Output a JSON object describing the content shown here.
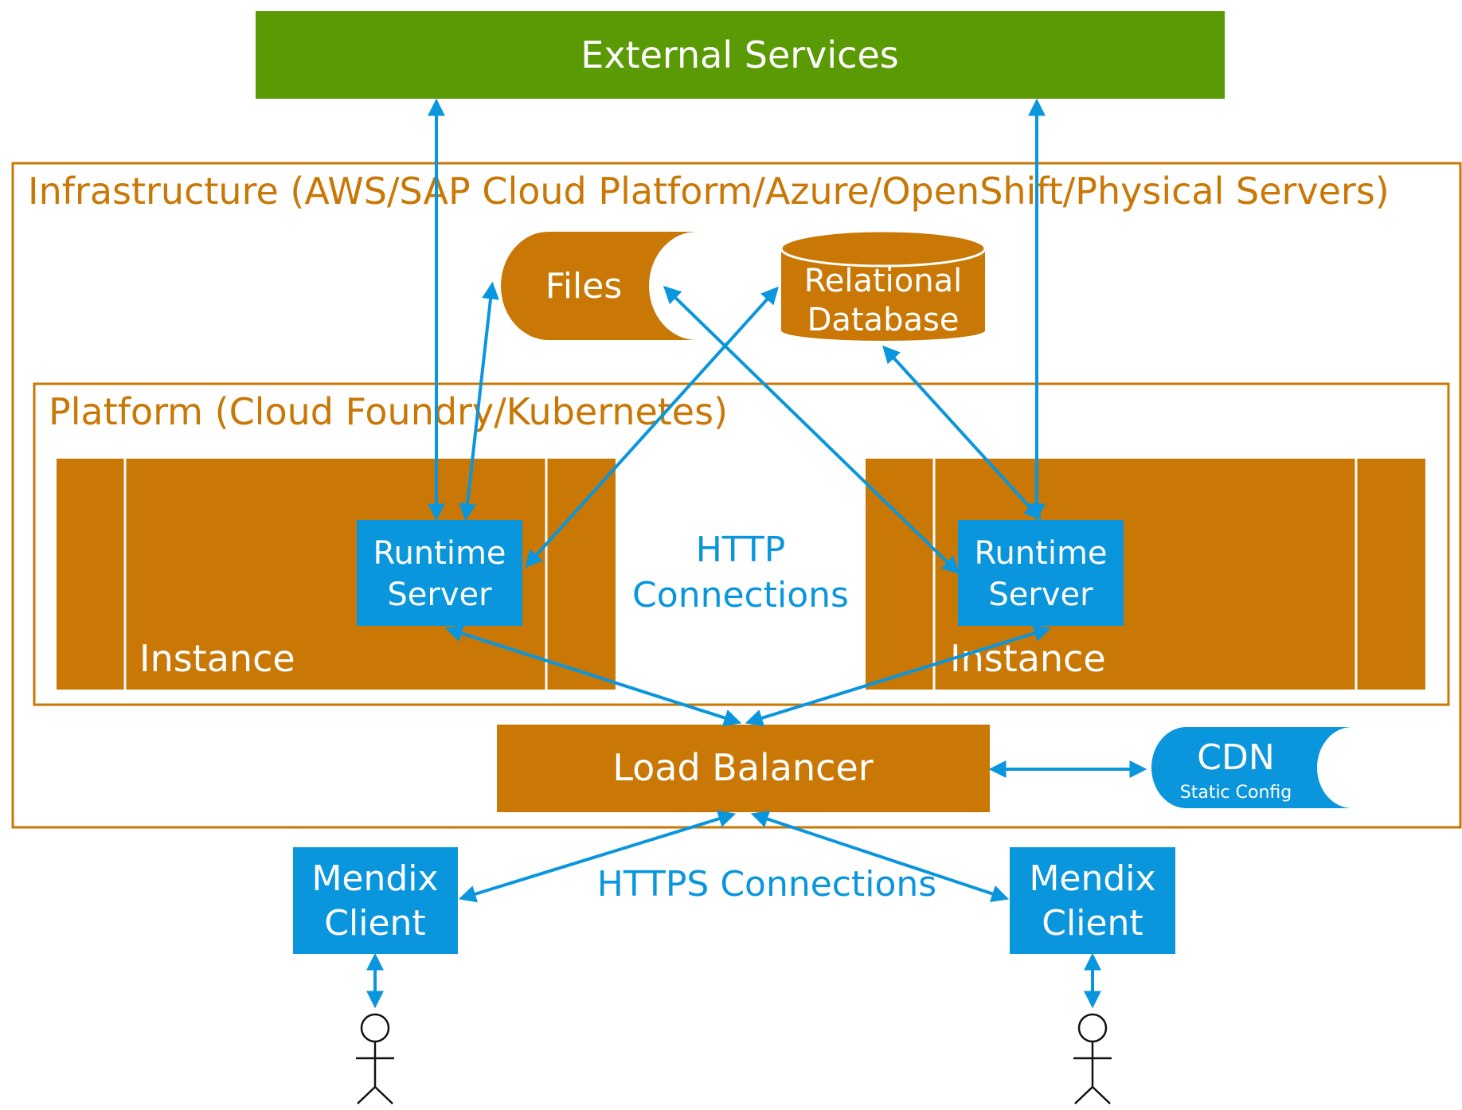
{
  "colors": {
    "green": "#5a9a05",
    "orange": "#c97705",
    "blue": "#0a96dc",
    "white": "#ffffff",
    "black": "#111111"
  },
  "external_services": {
    "label": "External Services"
  },
  "infrastructure": {
    "label": "Infrastructure (AWS/SAP Cloud Platform/Azure/OpenShift/Physical Servers)"
  },
  "files": {
    "label": "Files"
  },
  "database": {
    "line1": "Relational",
    "line2": "Database"
  },
  "platform": {
    "label": "Platform (Cloud Foundry/Kubernetes)"
  },
  "instance_left": {
    "label": "Instance",
    "runtime_line1": "Runtime",
    "runtime_line2": "Server"
  },
  "instance_right": {
    "label": "Instance",
    "runtime_line1": "Runtime",
    "runtime_line2": "Server"
  },
  "http_connections": {
    "line1": "HTTP",
    "line2": "Connections"
  },
  "load_balancer": {
    "label": "Load Balancer"
  },
  "cdn": {
    "label": "CDN",
    "sublabel": "Static Config"
  },
  "https_connections": {
    "label": "HTTPS Connections"
  },
  "client_left": {
    "line1": "Mendix",
    "line2": "Client"
  },
  "client_right": {
    "line1": "Mendix",
    "line2": "Client"
  },
  "icons": [
    "user-icon",
    "user-icon"
  ]
}
